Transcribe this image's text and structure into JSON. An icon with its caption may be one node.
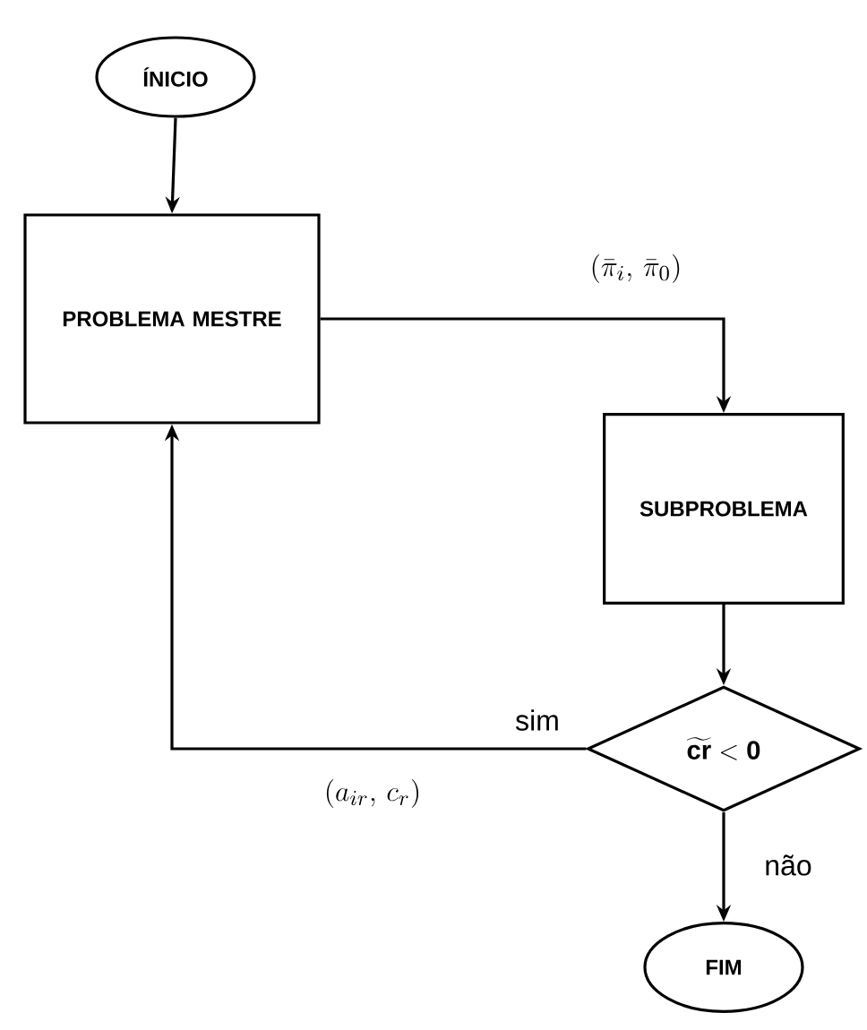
{
  "diagram": {
    "nodes": [
      {
        "text": [
          "ÍNICIO"
        ]
      },
      {
        "text": [
          "PROBLEMA MESTRE"
        ]
      },
      {
        "text": [
          "SUBPROBLEMA"
        ]
      },
      {
        "text": [
          "\\widetilde{\\mathbf{cr}} < \\mathbf{0}"
        ]
      },
      {
        "text": [
          "FIM"
        ]
      }
    ],
    "edges": [
      {
        "from": 0,
        "to": 1,
        "arrow": "to"
      },
      {
        "from": 1,
        "to": 2,
        "arrow": "to",
        "label": "(\\bar{\\pi}_i,\\, \\bar{\\pi}_0)"
      },
      {
        "from": 2,
        "to": 3,
        "arrow": "to"
      },
      {
        "from": 3,
        "to": 1,
        "arrow": "to",
        "label": "sim"
      },
      {
        "from": 3,
        "to": 4,
        "arrow": "to",
        "label": "não"
      }
    ],
    "labels": [
      "(a_{ir},\\, c_r)"
    ]
  }
}
